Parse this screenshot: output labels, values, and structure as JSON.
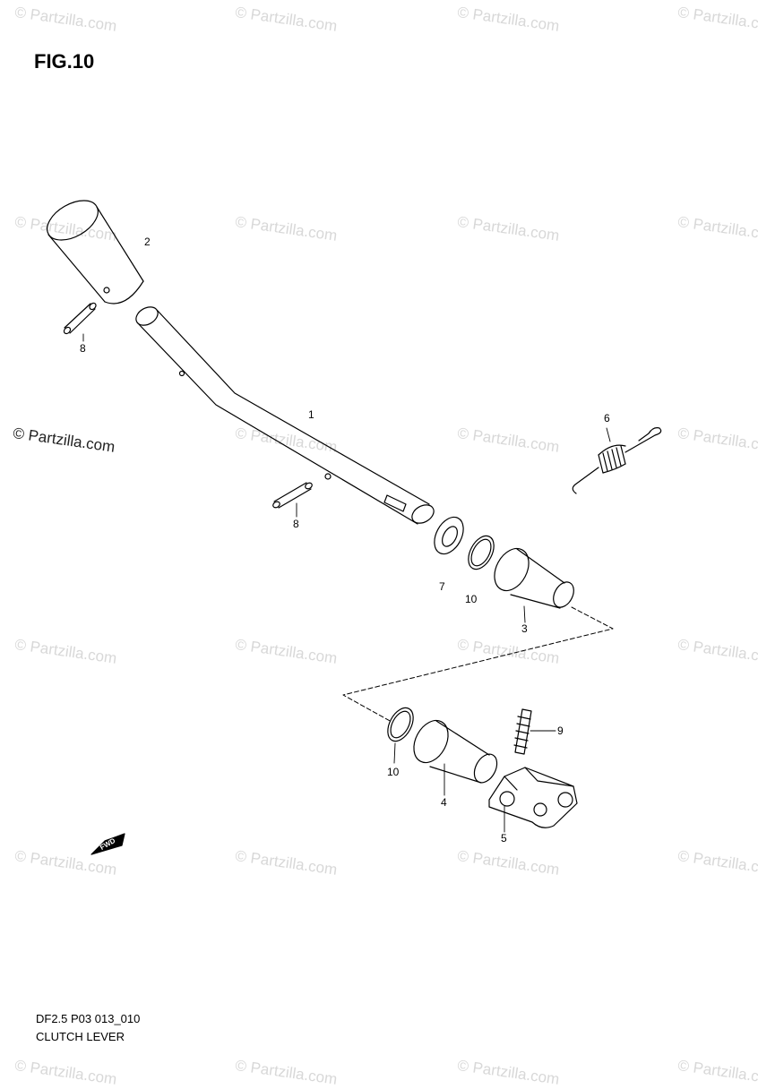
{
  "figure": {
    "title": "FIG.10",
    "diagram_code": "DF2.5 P03 013_010",
    "caption": "CLUTCH LEVER"
  },
  "callouts": {
    "c1": "1",
    "c2": "2",
    "c3": "3",
    "c4": "4",
    "c5": "5",
    "c6": "6",
    "c7": "7",
    "c8a": "8",
    "c8b": "8",
    "c9": "9",
    "c10a": "10",
    "c10b": "10"
  },
  "watermark": {
    "text": "© Partzilla.com",
    "prominent_text": "© Partzilla.com"
  },
  "fwd_marker": {
    "text": "FWD"
  },
  "colors": {
    "line": "#000000",
    "watermark": "#d8d8d8",
    "background": "#ffffff"
  }
}
